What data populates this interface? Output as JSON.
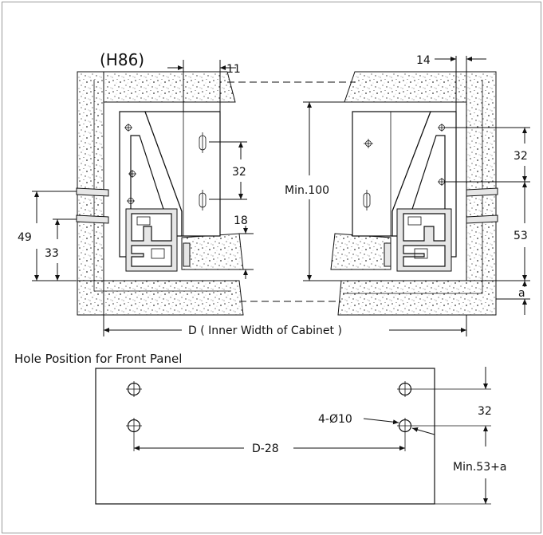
{
  "top_view": {
    "model_label": "(H86)",
    "dims": {
      "left_offset": "11",
      "right_offset": "14",
      "hole_pitch_left": "32",
      "hole_pitch_right": "32",
      "bottom_thickness": "18",
      "screw_height_outer": "49",
      "screw_height_inner": "33",
      "min_height": "Min.100",
      "lower_hole_height": "53",
      "gap": "a",
      "inner_width": "D ( Inner Width of Cabinet )"
    }
  },
  "front_panel": {
    "title": "Hole Position for Front Panel",
    "hole_spec": "4-Ø10",
    "hole_distance": "D-28",
    "vertical_pitch": "32",
    "min_height": "Min.53+a"
  },
  "colors": {
    "line": "#111111",
    "frame": "#9a9a9a"
  }
}
